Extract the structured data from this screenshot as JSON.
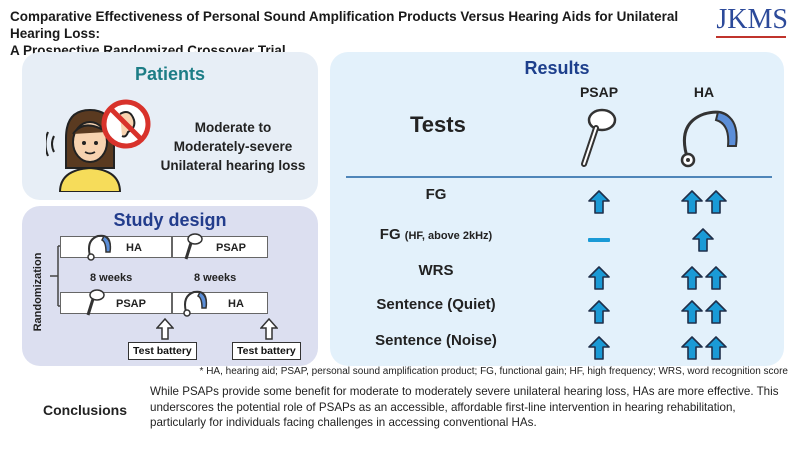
{
  "header": {
    "title_line1": "Comparative Effectiveness of Personal Sound Amplification Products Versus Hearing Aids for Unilateral Hearing Loss:",
    "title_line2": "A Prospective Randomized Crossover Trial",
    "logo": "JKMS"
  },
  "patients": {
    "title": "Patients",
    "line1": "Moderate to",
    "line2": "Moderately-severe",
    "line3": "Unilateral hearing loss"
  },
  "design": {
    "title": "Study design",
    "randomization": "Randomization",
    "row1": {
      "first": "HA",
      "second": "PSAP"
    },
    "row2": {
      "first": "PSAP",
      "second": "HA"
    },
    "period1": "8 weeks",
    "period2": "8 weeks",
    "battery1": "Test battery",
    "battery2": "Test battery"
  },
  "results": {
    "title": "Results",
    "tests_label": "Tests",
    "col_psap": "PSAP",
    "col_ha": "HA",
    "rows": [
      {
        "label": "FG",
        "sub": "",
        "psap": "up",
        "ha": "up-up"
      },
      {
        "label": "FG ",
        "sub": "(HF, above 2kHz)",
        "psap": "none",
        "ha": "up"
      },
      {
        "label": "WRS",
        "sub": "",
        "psap": "up",
        "ha": "up-up"
      },
      {
        "label": "Sentence (Quiet)",
        "sub": "",
        "psap": "up",
        "ha": "up-up"
      },
      {
        "label": "Sentence (Noise)",
        "sub": "",
        "psap": "up",
        "ha": "up-up"
      }
    ],
    "accent": "#1a9ad6"
  },
  "footnote": "* HA, hearing aid; PSAP, personal sound amplification product; FG, functional gain; HF, high frequency; WRS, word recognition score",
  "conclusions": {
    "title": "Conclusions",
    "text": "While PSAPs provide some benefit for moderate to moderately severe unilateral hearing loss, HAs are more effective. This underscores the potential role of PSAPs as an accessible, affordable first-line intervention in hearing rehabilitation, particularly for individuals facing challenges in accessing conventional HAs."
  }
}
